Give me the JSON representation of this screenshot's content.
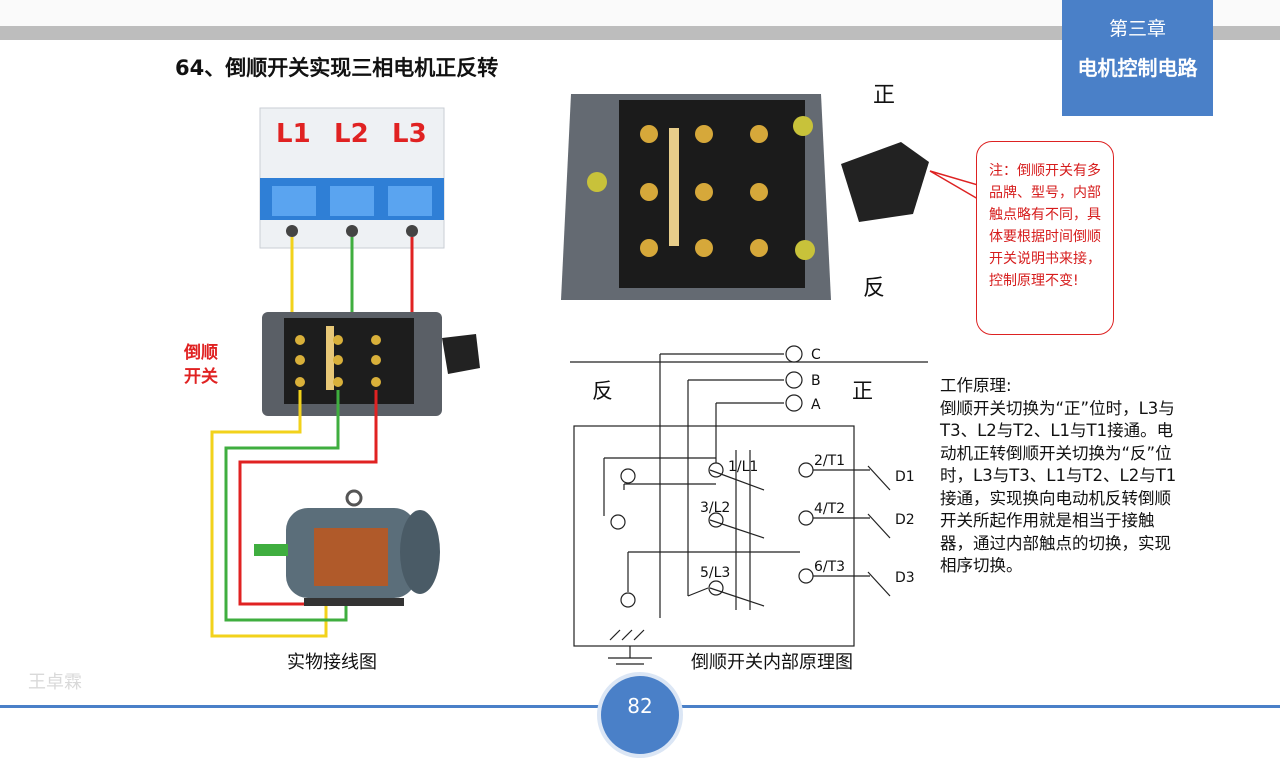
{
  "header": {
    "chapter": "第三章",
    "chapter_title": "电机控制电路"
  },
  "slide": {
    "title": "64、倒顺开关实现三相电机正反转",
    "left_caption": "实物接线图",
    "right_caption": "倒顺开关内部原理图",
    "photo_label_forward": "正",
    "photo_label_reverse": "反",
    "breaker_labels": [
      "L1",
      "L2",
      "L3"
    ],
    "switch_label_line1": "倒顺",
    "switch_label_line2": "开关"
  },
  "note": {
    "text": "注：倒顺开关有多品牌、型号，内部触点略有不同，具体要根据时间倒顺开关说明书来接，控制原理不变!"
  },
  "schematic": {
    "label_reverse": "反",
    "label_forward": "正",
    "terminals_top": [
      "C",
      "B",
      "A"
    ],
    "terminals_left": [
      "1/L1",
      "3/L2",
      "5/L3"
    ],
    "terminals_right": [
      "2/T1",
      "4/T2",
      "6/T3"
    ],
    "contacts": [
      "D1",
      "D2",
      "D3"
    ]
  },
  "principle": {
    "heading": "工作原理:",
    "body": "倒顺开关切换为“正”位时，L3与T3、L2与T2、L1与T1接通。电动机正转倒顺开关切换为“反”位时，L3与T3、L1与T2、L2与T1接通，实现换向电动机反转倒顺开关所起作用就是相当于接触器，通过内部触点的切换，实现相序切换。"
  },
  "footer": {
    "page_number": "82",
    "watermark": "王卓霖"
  },
  "colors": {
    "accent": "#4a80c8",
    "note_red": "#d61c1c",
    "wire_yellow": "#f2d21b",
    "wire_green": "#3fae3f",
    "wire_red": "#e02222"
  }
}
